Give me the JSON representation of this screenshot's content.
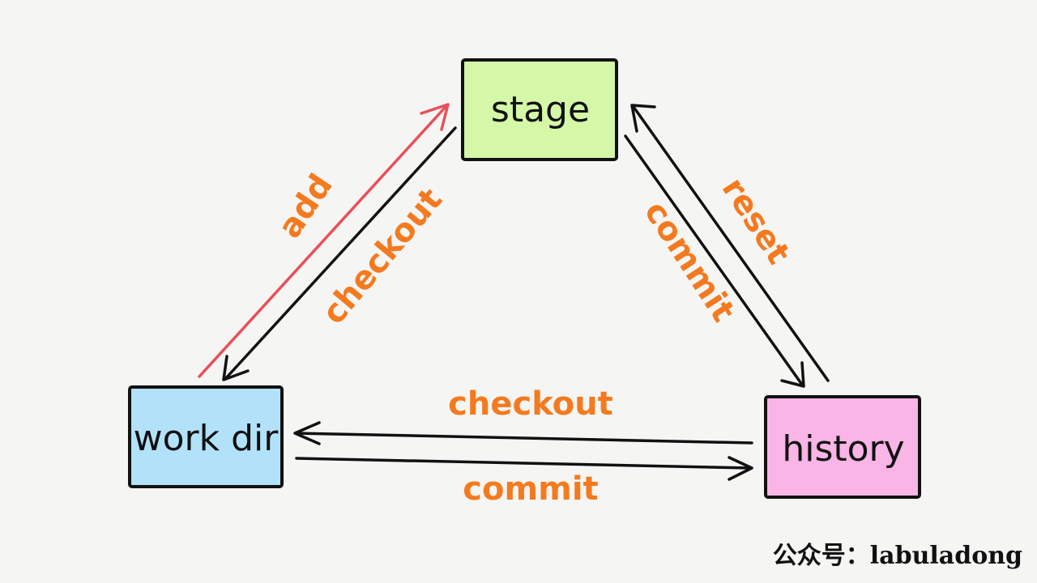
{
  "nodes": {
    "stage": {
      "label": "stage",
      "fill": "#d4f7a8"
    },
    "work_dir": {
      "label": "work dir",
      "fill": "#b2e2fa"
    },
    "history": {
      "label": "history",
      "fill": "#f8b5e5"
    }
  },
  "edges": {
    "add": {
      "label": "add",
      "from": "work dir",
      "to": "stage"
    },
    "checkout_stage_to_workdir": {
      "label": "checkout",
      "from": "stage",
      "to": "work dir"
    },
    "reset": {
      "label": "reset",
      "from": "history",
      "to": "stage"
    },
    "commit_stage_to_history": {
      "label": "commit",
      "from": "stage",
      "to": "history"
    },
    "checkout_history_to_workdir": {
      "label": "checkout",
      "from": "history",
      "to": "work dir"
    },
    "commit_workdir_to_history": {
      "label": "commit",
      "from": "work dir",
      "to": "history"
    }
  },
  "colors": {
    "label": "#f47a1f",
    "add_arrow": "#e8505b",
    "arrow": "#111111"
  },
  "watermark": "公众号：labuladong"
}
